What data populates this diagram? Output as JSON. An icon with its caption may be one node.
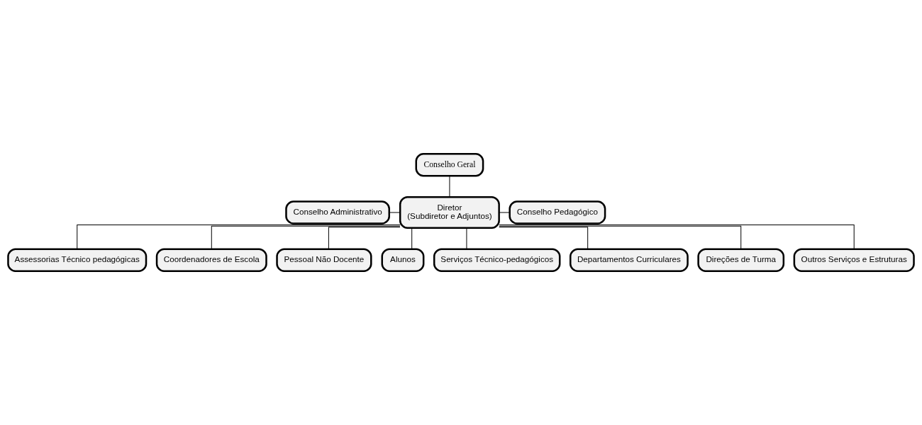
{
  "diagram": {
    "nodes": [
      {
        "text": [
          "Conselho Geral"
        ]
      },
      {
        "text": [
          "Conselho Administrativo"
        ]
      },
      {
        "text": [
          "Diretor",
          "(Subdiretor e Adjuntos)"
        ]
      },
      {
        "text": [
          "Conselho Pedagógico"
        ]
      },
      {
        "text": [
          "Assessorias Técnico pedagógicas"
        ]
      },
      {
        "text": [
          "Coordenadores de Escola"
        ]
      },
      {
        "text": [
          "Pessoal Não Docente"
        ]
      },
      {
        "text": [
          "Alunos"
        ]
      },
      {
        "text": [
          "Serviços Técnico-pedagógicos"
        ]
      },
      {
        "text": [
          "Departamentos Curriculares"
        ]
      },
      {
        "text": [
          "Direções de Turma"
        ]
      },
      {
        "text": [
          "Outros Serviços e Estruturas"
        ]
      }
    ],
    "edges": [
      {
        "from": 0,
        "to": 2,
        "arrow": "none"
      },
      {
        "from": 1,
        "to": 2,
        "arrow": "none"
      },
      {
        "from": 2,
        "to": 3,
        "arrow": "none"
      },
      {
        "from": 2,
        "to": 4,
        "arrow": "none"
      },
      {
        "from": 2,
        "to": 5,
        "arrow": "none"
      },
      {
        "from": 2,
        "to": 6,
        "arrow": "none"
      },
      {
        "from": 2,
        "to": 7,
        "arrow": "none"
      },
      {
        "from": 2,
        "to": 8,
        "arrow": "none"
      },
      {
        "from": 2,
        "to": 9,
        "arrow": "none"
      },
      {
        "from": 2,
        "to": 10,
        "arrow": "none"
      },
      {
        "from": 2,
        "to": 11,
        "arrow": "none"
      }
    ]
  }
}
